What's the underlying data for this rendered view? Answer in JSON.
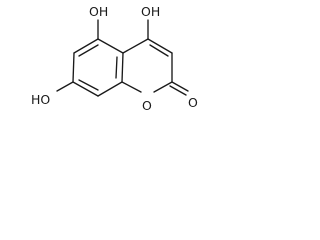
{
  "labels": {
    "oh_top_left": "OH",
    "oh_top_right": "OH",
    "oh_bottom_left": "HO",
    "ring_oxygen": "O",
    "carbonyl_oxygen": "O"
  },
  "colors": {
    "ink": "#1a1a1a",
    "background": "#ffffff"
  }
}
